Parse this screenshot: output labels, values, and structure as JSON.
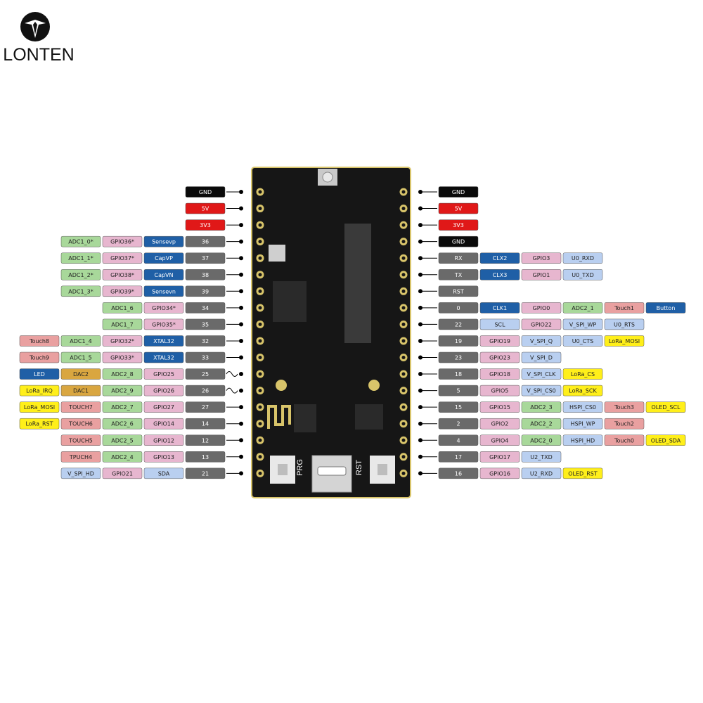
{
  "brand": {
    "name": "LONTEN"
  },
  "board": {
    "button_left": "PRG",
    "button_right": "RST"
  },
  "colors": {
    "black": "#0a0a0a",
    "red": "#e01818",
    "gray": "#6a6a6a",
    "green": "#a8d89a",
    "pink": "#e7b6cf",
    "blue": "#1f5fa6",
    "lightblue": "#b9cff0",
    "lavender": "#c8c0e8",
    "salmon": "#e9a0a0",
    "yellow": "#ffef1a",
    "tan": "#d9a640",
    "board": "#161616",
    "pad": "#d8c46a"
  },
  "left_pins": [
    {
      "labels": [
        {
          "text": "GND",
          "color": "black"
        }
      ]
    },
    {
      "labels": [
        {
          "text": "5V",
          "color": "red"
        }
      ]
    },
    {
      "labels": [
        {
          "text": "3V3",
          "color": "red"
        }
      ]
    },
    {
      "labels": [
        {
          "text": "36",
          "color": "gray"
        },
        {
          "text": "Sensevp",
          "color": "blue"
        },
        {
          "text": "GPIO36*",
          "color": "pink"
        },
        {
          "text": "ADC1_0*",
          "color": "green"
        }
      ]
    },
    {
      "labels": [
        {
          "text": "37",
          "color": "gray"
        },
        {
          "text": "CapVP",
          "color": "blue"
        },
        {
          "text": "GPIO37*",
          "color": "pink"
        },
        {
          "text": "ADC1_1*",
          "color": "green"
        }
      ]
    },
    {
      "labels": [
        {
          "text": "38",
          "color": "gray"
        },
        {
          "text": "CapVN",
          "color": "blue"
        },
        {
          "text": "GPIO38*",
          "color": "pink"
        },
        {
          "text": "ADC1_2*",
          "color": "green"
        }
      ]
    },
    {
      "labels": [
        {
          "text": "39",
          "color": "gray"
        },
        {
          "text": "Sensevn",
          "color": "blue"
        },
        {
          "text": "GPIO39*",
          "color": "pink"
        },
        {
          "text": "ADC1_3*",
          "color": "green"
        }
      ]
    },
    {
      "labels": [
        {
          "text": "34",
          "color": "gray"
        },
        {
          "text": "GPIO34*",
          "color": "pink"
        },
        {
          "text": "ADC1_6",
          "color": "green"
        }
      ]
    },
    {
      "labels": [
        {
          "text": "35",
          "color": "gray"
        },
        {
          "text": "GPIO35*",
          "color": "pink"
        },
        {
          "text": "ADC1_7",
          "color": "green"
        }
      ]
    },
    {
      "labels": [
        {
          "text": "32",
          "color": "gray"
        },
        {
          "text": "XTAL32",
          "color": "blue"
        },
        {
          "text": "GPIO32*",
          "color": "pink"
        },
        {
          "text": "ADC1_4",
          "color": "green"
        },
        {
          "text": "Touch8",
          "color": "salmon"
        }
      ]
    },
    {
      "labels": [
        {
          "text": "33",
          "color": "gray"
        },
        {
          "text": "XTAL32",
          "color": "blue"
        },
        {
          "text": "GPIO33*",
          "color": "pink"
        },
        {
          "text": "ADC1_5",
          "color": "green"
        },
        {
          "text": "Touch9",
          "color": "salmon"
        }
      ]
    },
    {
      "labels": [
        {
          "text": "25",
          "color": "gray"
        },
        {
          "text": "GPIO25",
          "color": "pink"
        },
        {
          "text": "ADC2_8",
          "color": "green"
        },
        {
          "text": "DAC2",
          "color": "tan"
        },
        {
          "text": "LED",
          "color": "blue"
        }
      ],
      "wave": true
    },
    {
      "labels": [
        {
          "text": "26",
          "color": "gray"
        },
        {
          "text": "GPIO26",
          "color": "pink"
        },
        {
          "text": "ADC2_9",
          "color": "green"
        },
        {
          "text": "DAC1",
          "color": "tan"
        },
        {
          "text": "LoRa_IRQ",
          "color": "yellow"
        }
      ],
      "wave": true
    },
    {
      "labels": [
        {
          "text": "27",
          "color": "gray"
        },
        {
          "text": "GPIO27",
          "color": "pink"
        },
        {
          "text": "ADC2_7",
          "color": "green"
        },
        {
          "text": "TOUCH7",
          "color": "salmon"
        },
        {
          "text": "LoRa_MOSI",
          "color": "yellow"
        }
      ]
    },
    {
      "labels": [
        {
          "text": "14",
          "color": "gray"
        },
        {
          "text": "GPIO14",
          "color": "pink"
        },
        {
          "text": "ADC2_6",
          "color": "green"
        },
        {
          "text": "TOUCH6",
          "color": "salmon"
        },
        {
          "text": "LoRa_RST",
          "color": "yellow"
        }
      ]
    },
    {
      "labels": [
        {
          "text": "12",
          "color": "gray"
        },
        {
          "text": "GPIO12",
          "color": "pink"
        },
        {
          "text": "ADC2_5",
          "color": "green"
        },
        {
          "text": "TOUCH5",
          "color": "salmon"
        }
      ]
    },
    {
      "labels": [
        {
          "text": "13",
          "color": "gray"
        },
        {
          "text": "GPIO13",
          "color": "pink"
        },
        {
          "text": "ADC2_4",
          "color": "green"
        },
        {
          "text": "TPUCH4",
          "color": "salmon"
        }
      ]
    },
    {
      "labels": [
        {
          "text": "21",
          "color": "gray"
        },
        {
          "text": "SDA",
          "color": "lightblue"
        },
        {
          "text": "GPIO21",
          "color": "pink"
        },
        {
          "text": "V_SPI_HD",
          "color": "lightblue"
        }
      ]
    }
  ],
  "right_pins": [
    {
      "labels": [
        {
          "text": "GND",
          "color": "black"
        }
      ]
    },
    {
      "labels": [
        {
          "text": "5V",
          "color": "red"
        }
      ]
    },
    {
      "labels": [
        {
          "text": "3V3",
          "color": "red"
        }
      ]
    },
    {
      "labels": [
        {
          "text": "GND",
          "color": "black"
        }
      ]
    },
    {
      "labels": [
        {
          "text": "RX",
          "color": "gray"
        },
        {
          "text": "CLX2",
          "color": "blue"
        },
        {
          "text": "GPIO3",
          "color": "pink"
        },
        {
          "text": "U0_RXD",
          "color": "lightblue"
        }
      ]
    },
    {
      "labels": [
        {
          "text": "TX",
          "color": "gray"
        },
        {
          "text": "CLX3",
          "color": "blue"
        },
        {
          "text": "GPIO1",
          "color": "pink"
        },
        {
          "text": "U0_TXD",
          "color": "lightblue"
        }
      ]
    },
    {
      "labels": [
        {
          "text": "RST",
          "color": "gray"
        }
      ]
    },
    {
      "labels": [
        {
          "text": "0",
          "color": "gray"
        },
        {
          "text": "CLK1",
          "color": "blue"
        },
        {
          "text": "GPIO0",
          "color": "pink"
        },
        {
          "text": "ADC2_1",
          "color": "green"
        },
        {
          "text": "Touch1",
          "color": "salmon"
        },
        {
          "text": "Button",
          "color": "blue"
        }
      ]
    },
    {
      "labels": [
        {
          "text": "22",
          "color": "gray"
        },
        {
          "text": "SCL",
          "color": "lightblue"
        },
        {
          "text": "GPIO22",
          "color": "pink"
        },
        {
          "text": "V_SPI_WP",
          "color": "lightblue"
        },
        {
          "text": "U0_RTS",
          "color": "lightblue"
        }
      ]
    },
    {
      "labels": [
        {
          "text": "19",
          "color": "gray"
        },
        {
          "text": "GPIO19",
          "color": "pink"
        },
        {
          "text": "V_SPI_Q",
          "color": "lightblue"
        },
        {
          "text": "U0_CTS",
          "color": "lightblue"
        },
        {
          "text": "LoRa_MOSI",
          "color": "yellow"
        }
      ]
    },
    {
      "labels": [
        {
          "text": "23",
          "color": "gray"
        },
        {
          "text": "GPIO23",
          "color": "pink"
        },
        {
          "text": "V_SPI_D",
          "color": "lightblue"
        }
      ]
    },
    {
      "labels": [
        {
          "text": "18",
          "color": "gray"
        },
        {
          "text": "GPIO18",
          "color": "pink"
        },
        {
          "text": "V_SPI_CLK",
          "color": "lightblue"
        },
        {
          "text": "LoRa_CS",
          "color": "yellow"
        }
      ]
    },
    {
      "labels": [
        {
          "text": "5",
          "color": "gray"
        },
        {
          "text": "GPIO5",
          "color": "pink"
        },
        {
          "text": "V_SPI_CS0",
          "color": "lightblue"
        },
        {
          "text": "LoRa_SCK",
          "color": "yellow"
        }
      ]
    },
    {
      "labels": [
        {
          "text": "15",
          "color": "gray"
        },
        {
          "text": "GPIO15",
          "color": "pink"
        },
        {
          "text": "ADC2_3",
          "color": "green"
        },
        {
          "text": "HSPI_CS0",
          "color": "lightblue"
        },
        {
          "text": "Touch3",
          "color": "salmon"
        },
        {
          "text": "OLED_SCL",
          "color": "yellow"
        }
      ]
    },
    {
      "labels": [
        {
          "text": "2",
          "color": "gray"
        },
        {
          "text": "GPIO2",
          "color": "pink"
        },
        {
          "text": "ADC2_2",
          "color": "green"
        },
        {
          "text": "HSPI_WP",
          "color": "lightblue"
        },
        {
          "text": "Touch2",
          "color": "salmon"
        }
      ]
    },
    {
      "labels": [
        {
          "text": "4",
          "color": "gray"
        },
        {
          "text": "GPIO4",
          "color": "pink"
        },
        {
          "text": "ADC2_0",
          "color": "green"
        },
        {
          "text": "HSPI_HD",
          "color": "lightblue"
        },
        {
          "text": "Touch0",
          "color": "salmon"
        },
        {
          "text": "OLED_SDA",
          "color": "yellow"
        }
      ]
    },
    {
      "labels": [
        {
          "text": "17",
          "color": "gray"
        },
        {
          "text": "GPIO17",
          "color": "pink"
        },
        {
          "text": "U2_TXD",
          "color": "lightblue"
        }
      ]
    },
    {
      "labels": [
        {
          "text": "16",
          "color": "gray"
        },
        {
          "text": "GPIO16",
          "color": "pink"
        },
        {
          "text": "U2_RXD",
          "color": "lightblue"
        },
        {
          "text": "OLED_RST",
          "color": "yellow"
        }
      ]
    }
  ]
}
